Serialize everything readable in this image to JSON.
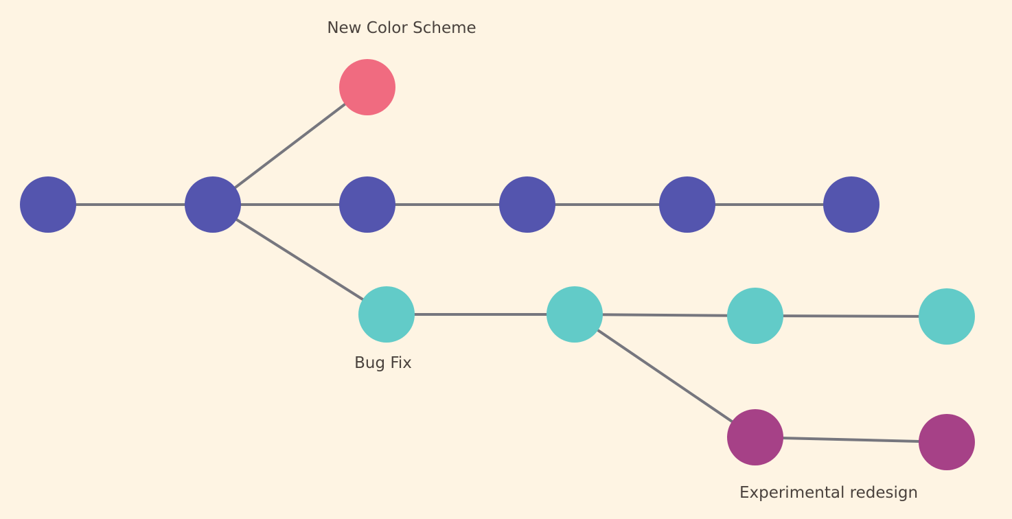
{
  "colors": {
    "background": "#fef4e3",
    "edge": "#76767e",
    "main": "#5455ae",
    "feature": "#f06b80",
    "bugfix": "#62cbc8",
    "experiment": "#a64187",
    "label": "#4a423d"
  },
  "labels": {
    "new_color_scheme": "New Color Scheme",
    "bug_fix": "Bug Fix",
    "experimental_redesign": "Experimental redesign"
  },
  "commits": [
    {
      "id": "m1",
      "branch": "main"
    },
    {
      "id": "m2",
      "branch": "main"
    },
    {
      "id": "m3",
      "branch": "main"
    },
    {
      "id": "m4",
      "branch": "main"
    },
    {
      "id": "m5",
      "branch": "main"
    },
    {
      "id": "m6",
      "branch": "main"
    },
    {
      "id": "f1",
      "branch": "feature"
    },
    {
      "id": "b1",
      "branch": "bugfix"
    },
    {
      "id": "b2",
      "branch": "bugfix"
    },
    {
      "id": "b3",
      "branch": "bugfix"
    },
    {
      "id": "b4",
      "branch": "bugfix"
    },
    {
      "id": "e1",
      "branch": "experiment"
    },
    {
      "id": "e2",
      "branch": "experiment"
    }
  ],
  "edges": [
    [
      "m1",
      "m2"
    ],
    [
      "m2",
      "m3"
    ],
    [
      "m3",
      "m4"
    ],
    [
      "m4",
      "m5"
    ],
    [
      "m5",
      "m6"
    ],
    [
      "m2",
      "f1"
    ],
    [
      "m2",
      "b1"
    ],
    [
      "b1",
      "b2"
    ],
    [
      "b2",
      "b3"
    ],
    [
      "b3",
      "b4"
    ],
    [
      "b2",
      "e1"
    ],
    [
      "e1",
      "e2"
    ]
  ]
}
